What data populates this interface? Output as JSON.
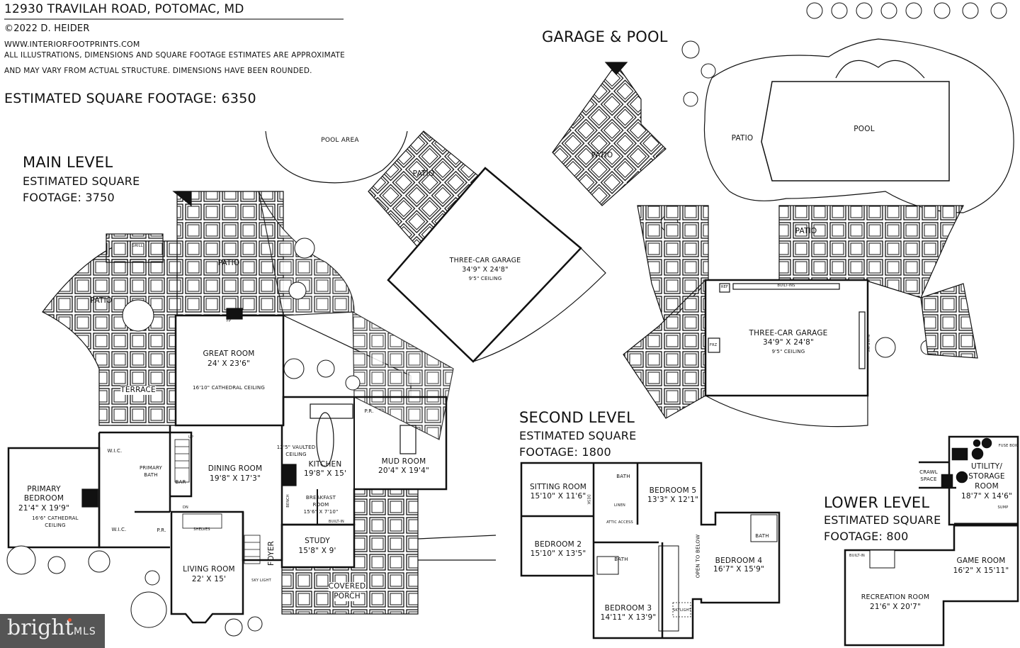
{
  "header": {
    "address": "12930 TRAVILAH ROAD, POTOMAC, MD",
    "copyright": "©2022 D. HEIDER",
    "website": "WWW.INTERIORFOOTPRINTS.COM",
    "disclaimer_line1": "ALL ILLUSTRATIONS, DIMENSIONS AND SQUARE FOOTAGE ESTIMATES ARE APPROXIMATE",
    "disclaimer_line2": "AND MAY VARY FROM ACTUAL STRUCTURE. DIMENSIONS HAVE BEEN ROUNDED.",
    "total_sqft": "ESTIMATED SQUARE FOOTAGE: 6350"
  },
  "garage_pool": {
    "title": "GARAGE & POOL",
    "patio_a": "PATIO",
    "patio_b": "PATIO",
    "patio_c": "PATIO",
    "pool": "POOL",
    "garage_name": "THREE-CAR GARAGE",
    "garage_dim": "34'9\" X 24'8\"",
    "garage_ceiling": "9'5\" CEILING",
    "builtins_top": "BUILT-INS",
    "builtins_side": "BUILT-INS",
    "ref": "REF",
    "frz": "FRZ"
  },
  "main_level": {
    "title": "MAIN LEVEL",
    "sub1": "ESTIMATED SQUARE",
    "sub2": "FOOTAGE: 3750",
    "pool_area": "POOL AREA",
    "patio_1": "PATIO",
    "patio_2": "PATIO",
    "patio_3": "PATIO",
    "terrace": "TERRACE",
    "great_room": {
      "name": "GREAT ROOM",
      "dim": "24' X 23'6\"",
      "note": "16'10\" CATHEDRAL CEILING"
    },
    "garage": {
      "name": "THREE-CAR GARAGE",
      "dim": "34'9\" X 24'8\"",
      "note": "9'5\" CEILING"
    },
    "dining": {
      "name": "DINING ROOM",
      "dim": "19'8\" X 17'3\""
    },
    "kitchen": {
      "name": "KITCHEN",
      "dim": "19'8\" X 15'",
      "note1": "12'5\" VAULTED",
      "note2": "CEILING"
    },
    "mud": {
      "name": "MUD ROOM",
      "dim": "20'4\" X 19'4\""
    },
    "breakfast": {
      "name1": "BREAKFAST",
      "name2": "ROOM",
      "dim": "15'6\" X 7'10\""
    },
    "study": {
      "name": "STUDY",
      "dim": "15'8\" X 9'"
    },
    "porch": {
      "name1": "COVERED",
      "name2": "PORCH"
    },
    "foyer": "FOYER",
    "living": {
      "name": "LIVING ROOM",
      "dim": "22' X 15'"
    },
    "primary_bed": {
      "name1": "PRIMARY",
      "name2": "BEDROOM",
      "dim": "21'4\" X 19'9\"",
      "note1": "16'6\" CATHEDRAL",
      "note2": "CEILING"
    },
    "wic_1": "W.I.C.",
    "wic_2": "W.I.C.",
    "primary_bath": {
      "name1": "PRIMARY",
      "name2": "BATH"
    },
    "bar": "BAR",
    "pr_1": "P.R.",
    "pr_2": "P.R.",
    "fp": "FP",
    "grill": "GRILL",
    "shelves": "SHELVES",
    "builtin": "BUILT-IN",
    "bench": "BENCH",
    "skylight": "SKY LIGHT",
    "up": "UP",
    "dn": "DN"
  },
  "second_level": {
    "title": "SECOND LEVEL",
    "sub1": "ESTIMATED SQUARE",
    "sub2": "FOOTAGE: 1800",
    "sitting": {
      "name": "SITTING ROOM",
      "dim": "15'10\" X 11'6\""
    },
    "bed5": {
      "name": "BEDROOM 5",
      "dim": "13'3\" X 12'1\""
    },
    "bed2": {
      "name": "BEDROOM 2",
      "dim": "15'10\" X 13'5\""
    },
    "bed4": {
      "name": "BEDROOM 4",
      "dim": "16'7\" X 15'9\""
    },
    "bed3": {
      "name": "BEDROOM 3",
      "dim": "14'11\" X 13'9\""
    },
    "bath_1": "BATH",
    "bath_2": "BATH",
    "bath_3": "BATH",
    "open_below": "OPEN TO BELOW",
    "linen": "LINEN",
    "attic": "ATTIC ACCESS",
    "skylight": "SKYLIGHT",
    "desk": "DESK"
  },
  "lower_level": {
    "title": "LOWER LEVEL",
    "sub1": "ESTIMATED SQUARE",
    "sub2": "FOOTAGE: 800",
    "utility": {
      "name1": "UTILITY/",
      "name2": "STORAGE",
      "name3": "ROOM",
      "dim": "18'7\" X 14'6\""
    },
    "crawl": {
      "name1": "CRAWL",
      "name2": "SPACE"
    },
    "game": {
      "name": "GAME ROOM",
      "dim": "16'2\" X 15'11\""
    },
    "rec": {
      "name": "RECREATION ROOM",
      "dim": "21'6\" X 20'7\""
    },
    "fuse": "FUSE BOX",
    "sump": "SUMP",
    "builtin": "BUILT-IN"
  },
  "watermark": {
    "brand": "bright",
    "suffix": "MLS"
  }
}
